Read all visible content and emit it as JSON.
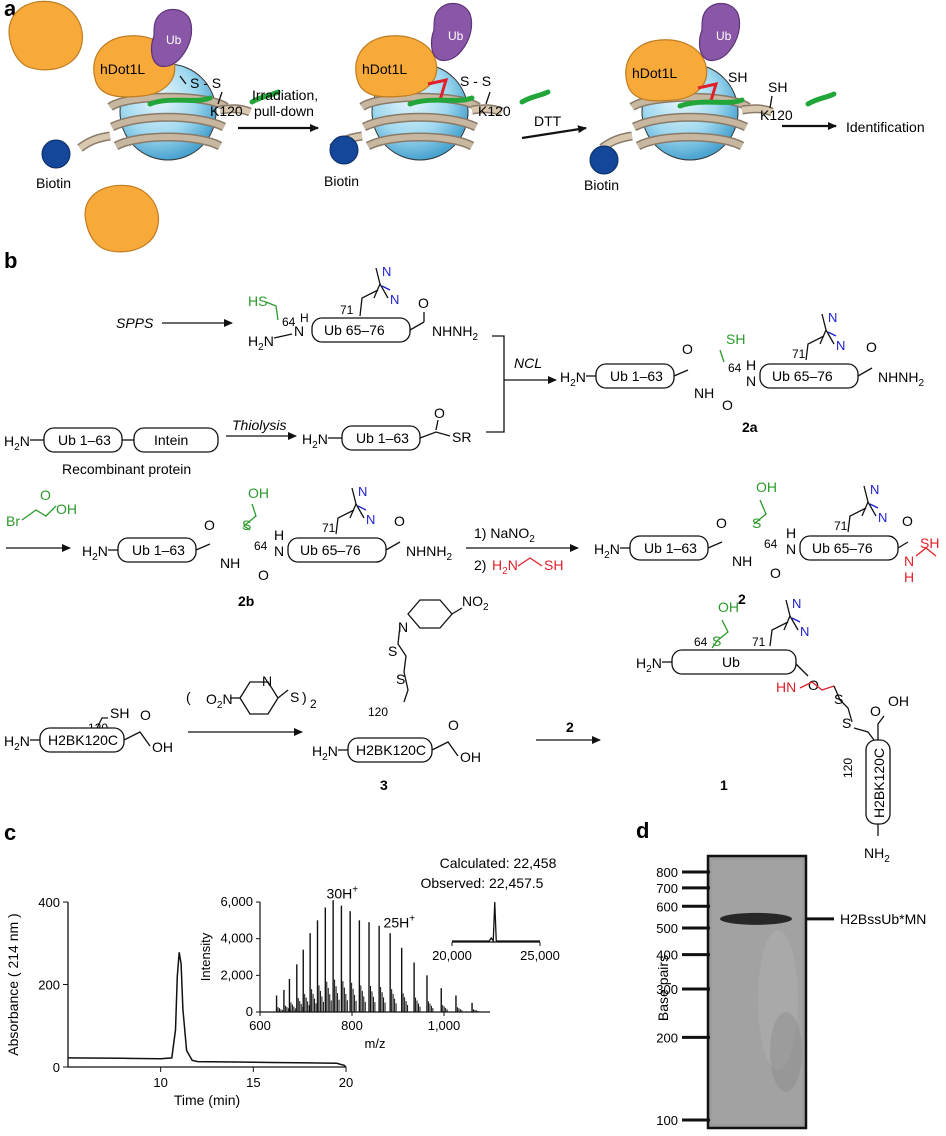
{
  "panel_a": {
    "label": "a",
    "ub": "Ub",
    "hdot1l": "hDot1L",
    "ss": "S - S",
    "k120": "K120",
    "sh": "SH",
    "biotin": "Biotin",
    "arrow1_line1": "Irradiation,",
    "arrow1_line2": "pull-down",
    "arrow2": "DTT",
    "identification": "Identification"
  },
  "panel_b": {
    "label": "b",
    "spps": "SPPS",
    "ncl": "NCL",
    "thiolysis": "Thiolysis",
    "recombinant": "Recombinant protein",
    "ub163": "Ub 1–63",
    "ub6576": "Ub 65–76",
    "intein": "Intein",
    "ub": "Ub",
    "h2bk120c": "H2BK120C",
    "n64": "64",
    "n71": "71",
    "n120": "120",
    "hs": "HS",
    "sh": "SH",
    "oh": "OH",
    "br": "Br",
    "sr": "SR",
    "nhnh2": "NHNH",
    "h2n": "H",
    "nh": "NH",
    "hn": "HN",
    "step1": "1) NaNO",
    "step2": "2)",
    "no2": "NO",
    "o2n": "O",
    "c_2a": "2a",
    "c_2b": "2b",
    "c_2": "2",
    "c_3": "3",
    "c_1": "1",
    "c_2_arrow": "2"
  },
  "panel_c": {
    "label": "c",
    "ylabel": "Absorbance ( 214 nm )",
    "xlabel": "Time (min)",
    "inset_ylabel": "Intensity",
    "inset_xlabel": "m/z",
    "ion1": "30H",
    "ion2": "25H",
    "calculated": "Calculated: 22,458",
    "observed": "Observed: 22,457.5"
  },
  "panel_d": {
    "label": "d",
    "ylabel": "Base pairs",
    "band_label": "H2BssUb*MN"
  },
  "chart_data": [
    {
      "type": "line",
      "name_ref": "HPLC trace",
      "xlabel": "Time (min)",
      "ylabel": "Absorbance ( 214 nm )",
      "xlim": [
        5,
        20
      ],
      "ylim": [
        0,
        400
      ],
      "xticks": [
        10,
        15,
        20
      ],
      "yticks": [
        0,
        200,
        400
      ],
      "x": [
        5,
        8,
        10,
        10.6,
        10.8,
        10.9,
        11.0,
        11.1,
        11.2,
        11.4,
        11.7,
        12,
        14,
        16,
        18,
        19.5,
        19.9,
        20
      ],
      "y": [
        22,
        21,
        20,
        22,
        90,
        220,
        278,
        250,
        140,
        40,
        16,
        13,
        12,
        11,
        10,
        9,
        4,
        0
      ]
    },
    {
      "type": "bar",
      "xlabel": "m/z",
      "ylabel": "Intensity",
      "xlim": [
        600,
        1100
      ],
      "ylim": [
        0,
        6000
      ],
      "xticks": [
        600,
        800,
        1000
      ],
      "ytick_labels": [
        "0",
        "2,000",
        "4,000",
        "6,000"
      ],
      "yticks": [
        0,
        2000,
        4000,
        6000
      ],
      "x": [
        636,
        652,
        664,
        680,
        694,
        709,
        725,
        742,
        759,
        777,
        796,
        816,
        837,
        859,
        883,
        908,
        935,
        963,
        994,
        1026,
        1061
      ],
      "values": [
        900,
        1200,
        1800,
        2600,
        3400,
        4300,
        5000,
        5700,
        6100,
        5800,
        5500,
        5000,
        4900,
        4700,
        4300,
        3500,
        2700,
        2000,
        1300,
        900,
        500
      ],
      "annotations": [
        {
          "text": "30H+",
          "x": 749
        },
        {
          "text": "25H+",
          "x": 899
        }
      ]
    },
    {
      "type": "line",
      "name_ref": "deconvoluted mass",
      "xlim": [
        20000,
        25000
      ],
      "xticks": [
        20000,
        25000
      ],
      "xtick_labels": [
        "20,000",
        "25,000"
      ],
      "calculated": 22458,
      "observed": 22457.5
    },
    {
      "type": "bar",
      "name_ref": "gel ladder",
      "ylabel": "Base pairs",
      "ladder": [
        800,
        700,
        600,
        500,
        400,
        300,
        200,
        100
      ],
      "bands": [
        {
          "label": "H2BssUb*MN",
          "bp": 540
        }
      ]
    }
  ]
}
